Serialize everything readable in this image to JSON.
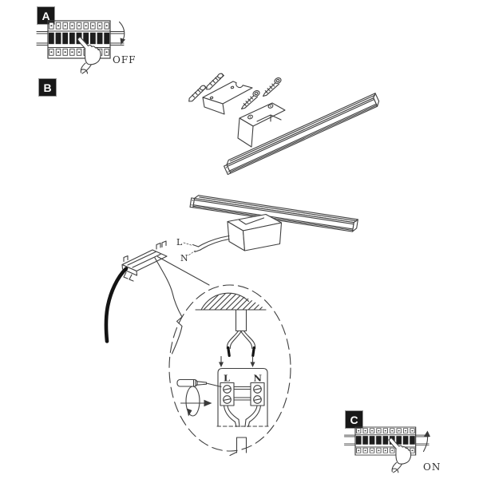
{
  "page": {
    "background": "#ffffff",
    "line_color": "#3f3f3f"
  },
  "steps": {
    "a": {
      "badge": "A",
      "power_label": "OFF"
    },
    "b": {
      "badge": "B"
    },
    "c": {
      "badge": "C",
      "power_label": "ON"
    }
  },
  "wiring_labels": {
    "live": "L",
    "neutral": "N"
  },
  "terminal_labels": {
    "live": "L",
    "neutral": "N"
  }
}
